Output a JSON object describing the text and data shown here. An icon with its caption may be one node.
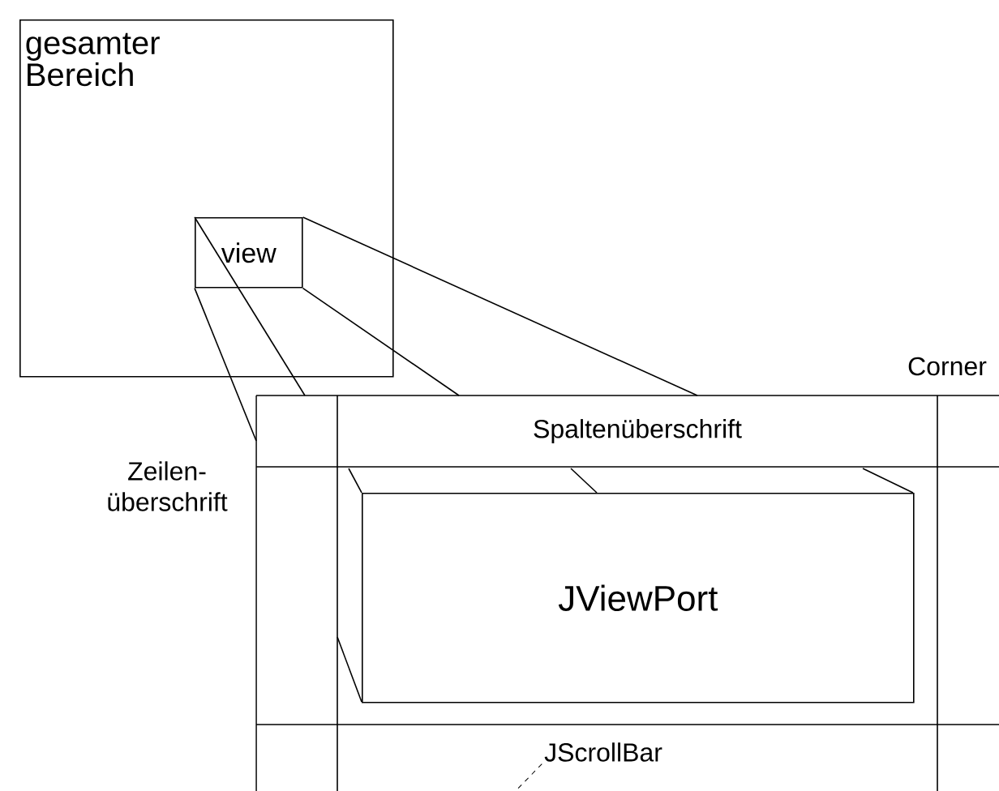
{
  "diagram": {
    "nodes": [
      {
        "text": [
          "gesamter Bereich"
        ]
      },
      {
        "text": [
          "view"
        ],
        "in": 0
      },
      {
        "text": [],
        "shape": "box"
      },
      {
        "text": [
          "Spaltenüberschrift"
        ],
        "in": 2
      },
      {
        "text": [
          "Zeilen- überschrift"
        ]
      },
      {
        "text": [
          "JViewPort"
        ],
        "in": 2
      },
      {
        "text": [
          "Corner"
        ]
      },
      {
        "text": [
          "JScrollBar"
        ],
        "in": 2
      }
    ],
    "edges": [
      {
        "from": 1,
        "to": 2,
        "arrow": "none"
      },
      {
        "from": 1,
        "to": 2,
        "arrow": "none"
      },
      {
        "from": 1,
        "to": 2,
        "arrow": "none"
      },
      {
        "from": 1,
        "to": 2,
        "arrow": "none"
      },
      {
        "from": 7,
        "to": null,
        "arrow": "none",
        "style": "dashed"
      }
    ]
  }
}
